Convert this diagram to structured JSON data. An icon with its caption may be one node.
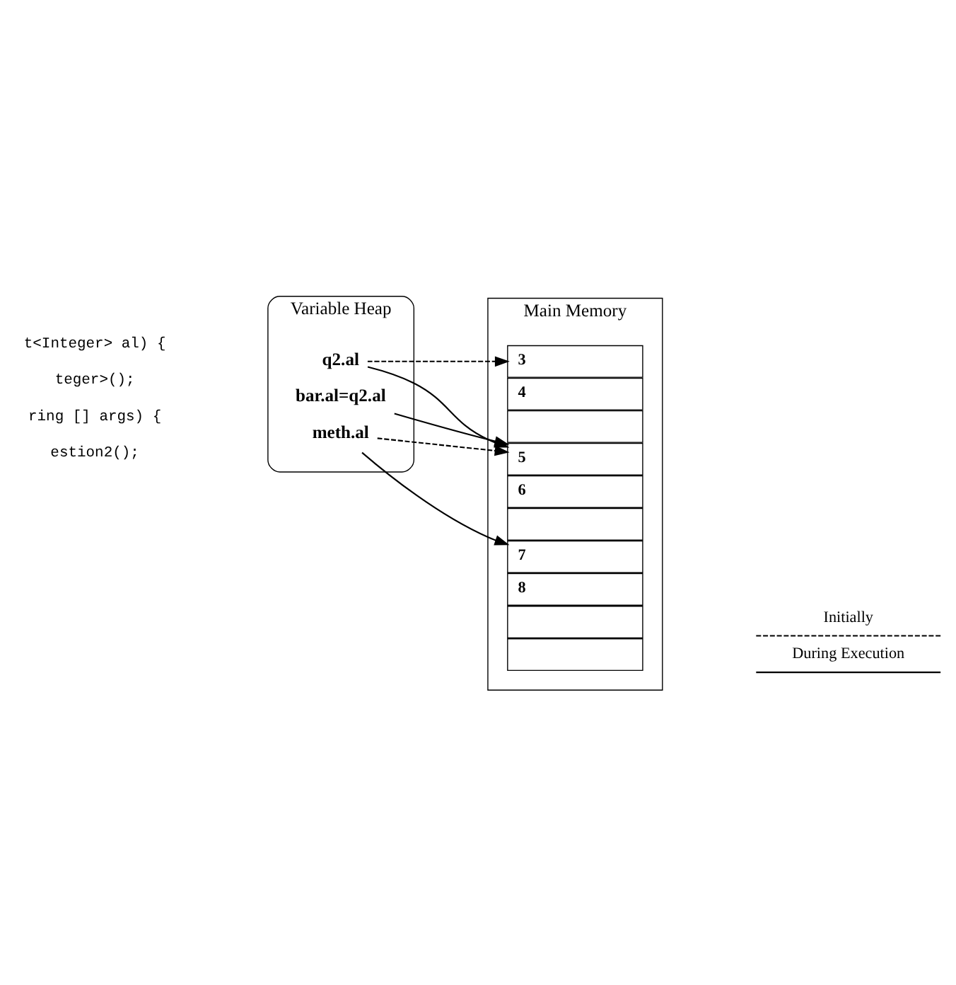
{
  "diagram": {
    "nodes": [
      {
        "text": [
          "Variable Heap"
        ]
      },
      {
        "text": [
          "q2.al"
        ],
        "in": 0
      },
      {
        "text": [
          "bar.al=q2.al"
        ],
        "in": 0
      },
      {
        "text": [
          "meth.al"
        ],
        "in": 0
      },
      {
        "text": [
          "Main Memory"
        ]
      },
      {
        "text": [
          "3"
        ],
        "in": 4
      },
      {
        "text": [
          "4"
        ],
        "in": 4
      },
      {
        "text": [],
        "shape": "box",
        "in": 4
      },
      {
        "text": [
          "5"
        ],
        "in": 4
      },
      {
        "text": [
          "6"
        ],
        "in": 4
      },
      {
        "text": [],
        "shape": "box",
        "in": 4
      },
      {
        "text": [
          "7"
        ],
        "in": 4
      },
      {
        "text": [
          "8"
        ],
        "in": 4
      },
      {
        "text": [],
        "shape": "box",
        "in": 4
      },
      {
        "text": [],
        "shape": "box",
        "in": 4
      }
    ],
    "edges": [
      {
        "from": 1,
        "to": 5,
        "arrow": "to",
        "style": "dashed"
      },
      {
        "from": 1,
        "to": 8,
        "arrow": "to"
      },
      {
        "from": 2,
        "to": 8,
        "arrow": "to"
      },
      {
        "from": 3,
        "to": 8,
        "arrow": "to",
        "style": "dashed"
      },
      {
        "from": 3,
        "to": 11,
        "arrow": "to"
      }
    ],
    "labels": [
      "t<Integer> al) {",
      "teger>();",
      "ring [] args) {",
      "estion2();"
    ],
    "legend": [
      {
        "text": "Initially"
      },
      {
        "text": "During Execution"
      }
    ]
  }
}
